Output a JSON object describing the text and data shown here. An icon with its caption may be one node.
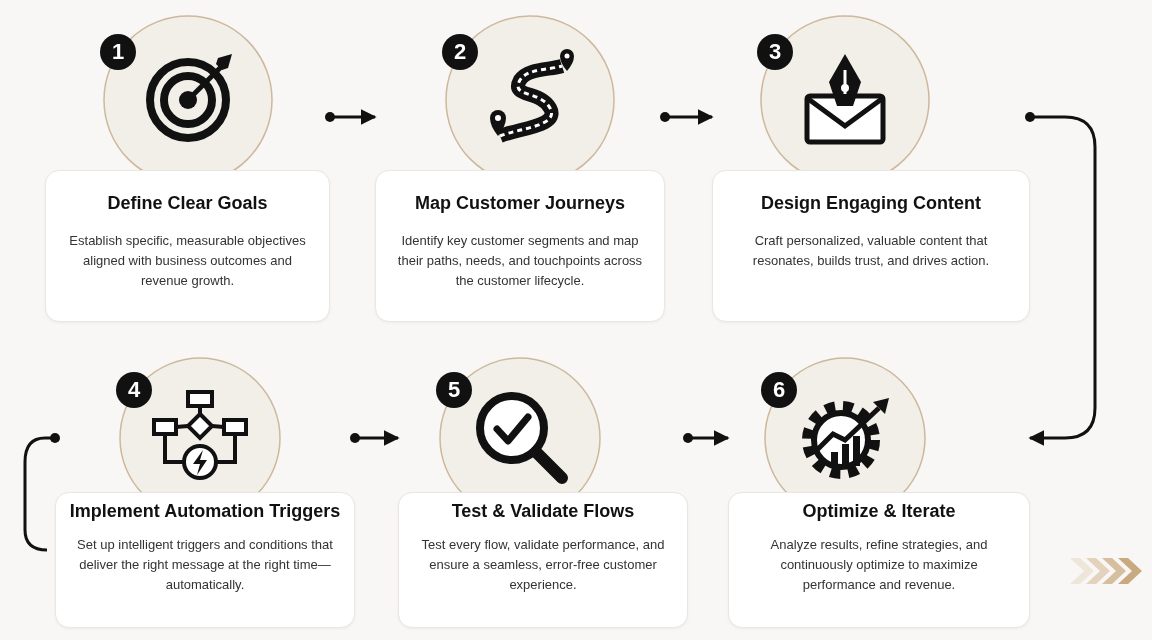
{
  "diagram": {
    "nodes": [
      {
        "text": [
          "1",
          "Define Clear Goals",
          "Establish specific, measurable objectives aligned with business outcomes and revenue growth."
        ]
      },
      {
        "text": [
          "2",
          "Map Customer Journeys",
          "Identify key customer segments and map their paths, needs, and touchpoints across the customer lifecycle."
        ]
      },
      {
        "text": [
          "3",
          "Design Engaging Content",
          "Craft personalized, valuable content that resonates, builds trust, and drives action."
        ]
      },
      {
        "text": [
          "4",
          "Implement Automation Triggers",
          "Set up intelligent triggers and conditions that deliver the right message at the right time—automatically."
        ]
      },
      {
        "text": [
          "5",
          "Test & Validate Flows",
          "Test every flow, validate performance, and ensure a seamless, error-free customer experience."
        ]
      },
      {
        "text": [
          "6",
          "Optimize & Iterate",
          "Analyze results, refine strategies, and continuously optimize to maximize performance and revenue."
        ]
      }
    ],
    "edges": [
      {
        "from": 0,
        "to": 1,
        "arrow": "to"
      },
      {
        "from": 1,
        "to": 2,
        "arrow": "to"
      },
      {
        "from": 2,
        "to": 5,
        "arrow": "to"
      },
      {
        "from": 3,
        "to": 4,
        "arrow": "to"
      },
      {
        "from": 4,
        "to": 5,
        "arrow": "to"
      },
      {
        "from": 3,
        "to": null,
        "arrow": "other"
      }
    ]
  }
}
